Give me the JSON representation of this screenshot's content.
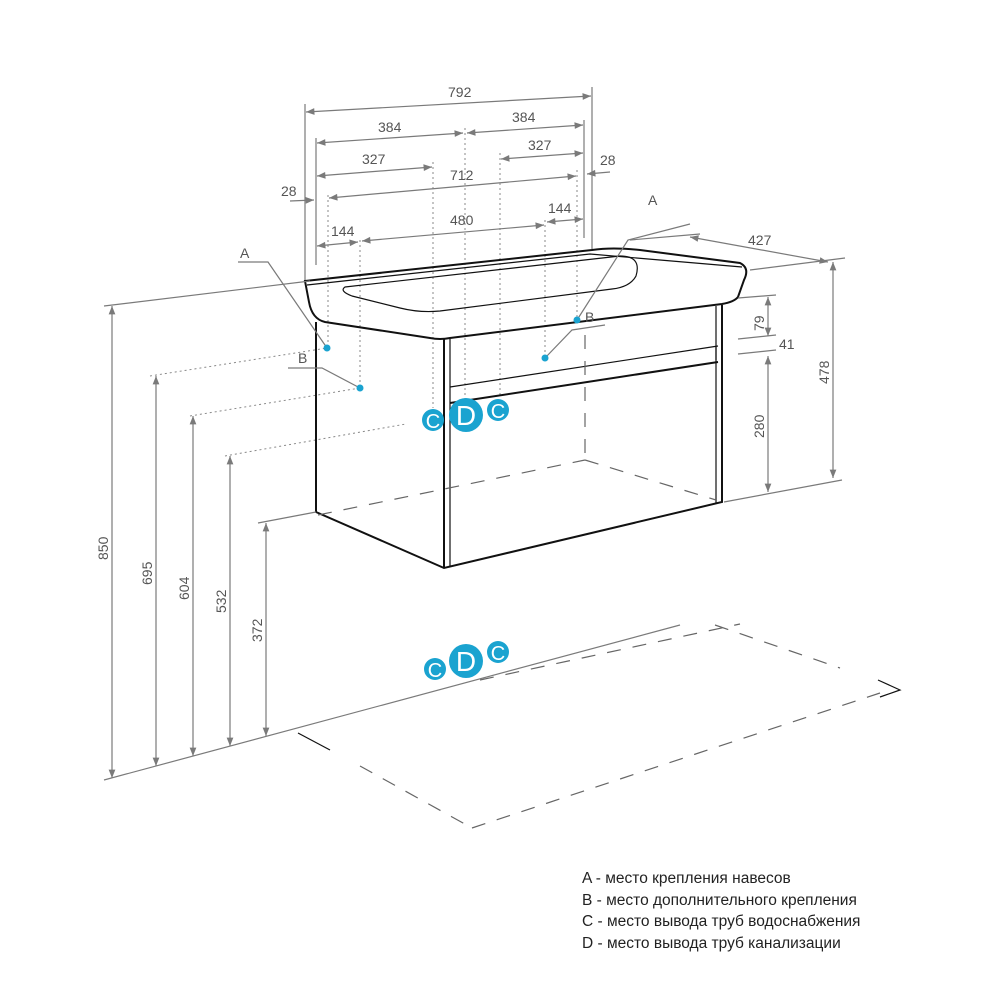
{
  "dimensions": {
    "overall_width": "792",
    "half_left": "384",
    "half_right": "384",
    "pipe_left": "327",
    "pipe_right": "327",
    "mount_span": "712",
    "offset_left": "28",
    "offset_right": "28",
    "inner_left": "144",
    "inner_mid": "480",
    "inner_right": "144",
    "depth": "427",
    "unit_height": "478",
    "top_panel": "79",
    "gap": "41",
    "drawer": "280",
    "floor_to_top": "850",
    "mount_a_height": "695",
    "mount_b_height": "604",
    "supply_height": "532",
    "unit_bottom_height": "372"
  },
  "markers": {
    "a": "A",
    "b": "B",
    "c": "C",
    "d": "D"
  },
  "colors": {
    "accent": "#1aa3d0",
    "outline": "#111111",
    "dimension": "#7a7a7a"
  },
  "legend": [
    "A - место крепления навесов",
    "B - место дополнительного крепления",
    "C - место вывода труб водоснабжения",
    "D - место вывода труб канализации"
  ]
}
